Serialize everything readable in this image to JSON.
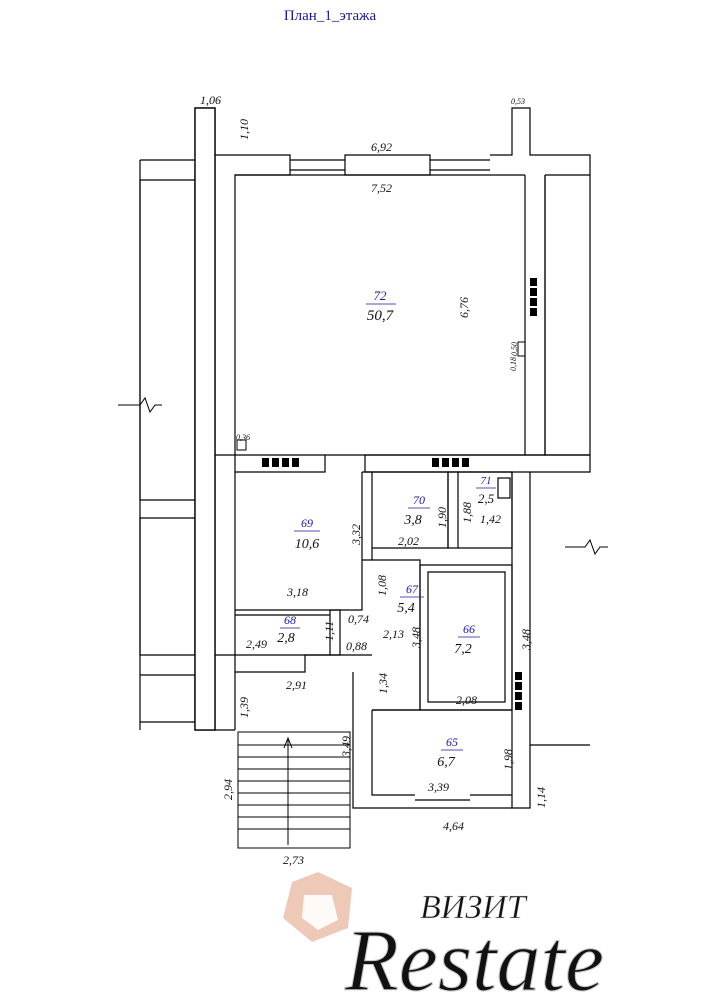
{
  "title": "План_1_этажа",
  "rooms": [
    {
      "number": "72",
      "area": "50,7"
    },
    {
      "number": "69",
      "area": "10,6"
    },
    {
      "number": "70",
      "area": "3,8"
    },
    {
      "number": "71",
      "area": "2,5"
    },
    {
      "number": "67",
      "area": "5,4"
    },
    {
      "number": "68",
      "area": "2,8"
    },
    {
      "number": "66",
      "area": "7,2"
    },
    {
      "number": "65",
      "area": "6,7"
    }
  ],
  "dimensions": [
    "1,06",
    "1,10",
    "0,53",
    "6,92",
    "7,52",
    "6,76",
    "0,50",
    "0,18",
    "0,36",
    "3,32",
    "1,90",
    "1,88",
    "2,02",
    "1,42",
    "3,18",
    "1,08",
    "0,74",
    "1,11",
    "2,49",
    "0,88",
    "2,13",
    "3,48",
    "3,48",
    "1,34",
    "2,91",
    "2,08",
    "1,39",
    "3,49",
    "1,98",
    "2,94",
    "3,39",
    "1,14",
    "4,64",
    "2,73"
  ],
  "watermark": {
    "brand": "Restate",
    "sub": "ВИЗИТ"
  },
  "colors": {
    "wall": "#000000",
    "room_number": "#1a1a9a",
    "title": "#1a1a8c",
    "logo": "#e8b7a0"
  }
}
